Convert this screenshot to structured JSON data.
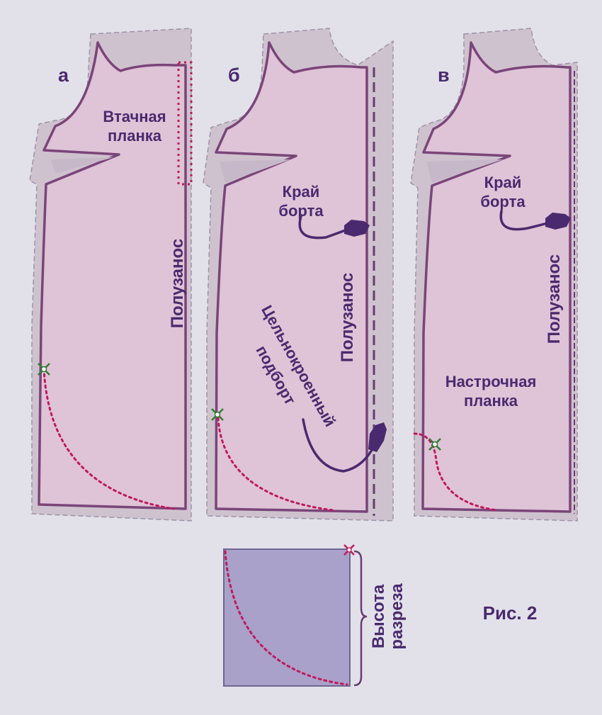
{
  "figure": {
    "caption": "Рис. 2"
  },
  "panels": [
    {
      "letter": "а",
      "labels": {
        "placket": "Втачная планка",
        "placket_line1": "Втачная",
        "placket_line2": "планка",
        "overlap": "Полузанос"
      }
    },
    {
      "letter": "б",
      "labels": {
        "edge_line1": "Край",
        "edge_line2": "борта",
        "overlap": "Полузанос",
        "facing_line1": "Цельнокроенный",
        "facing_line2": "подборт"
      }
    },
    {
      "letter": "в",
      "labels": {
        "edge_line1": "Край",
        "edge_line2": "борта",
        "overlap": "Полузанос",
        "placket_line1": "Настрочная",
        "placket_line2": "планка"
      }
    }
  ],
  "template": {
    "label_line1": "Высота",
    "label_line2": "разреза"
  },
  "colors": {
    "pattern_fill": "#dfc3d7",
    "outline": "#7a4579",
    "allowance": "#cfc2cf",
    "text": "#4a2a6e",
    "curve": "#c2185b",
    "marker": "#2e7d32",
    "template_fill": "#a9a1c9"
  }
}
